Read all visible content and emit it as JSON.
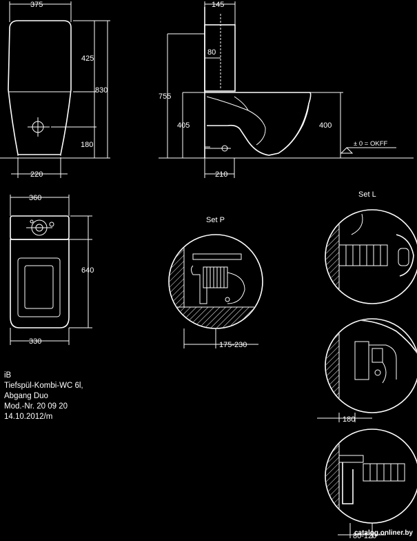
{
  "front_view": {
    "width_top": "375",
    "cistern_height": "425",
    "total_height": "830",
    "outlet_height": "180",
    "base_width": "220"
  },
  "side_view": {
    "cistern_depth": "145",
    "inlet_offset": "80",
    "seat_height": "755",
    "pan_height": "405",
    "outlet_height": "400",
    "outlet_distance": "210",
    "floor_label": "± 0 = OKFF"
  },
  "plan_view": {
    "width_top": "360",
    "depth": "640",
    "width_bottom": "330"
  },
  "details": {
    "set_p_label": "Set P",
    "set_p_dim": "175-230",
    "set_l_label": "Set L",
    "set_l_dim1": "180",
    "set_l_dim2": "80-120"
  },
  "info": {
    "line1": "iB",
    "line2": "Tiefspül-Kombi-WC 6l,",
    "line3": "Abgang Duo",
    "line4": "Mod.-Nr. 20 09 20",
    "line5": "14.10.2012/m"
  },
  "watermark": "catalog.onliner.by"
}
